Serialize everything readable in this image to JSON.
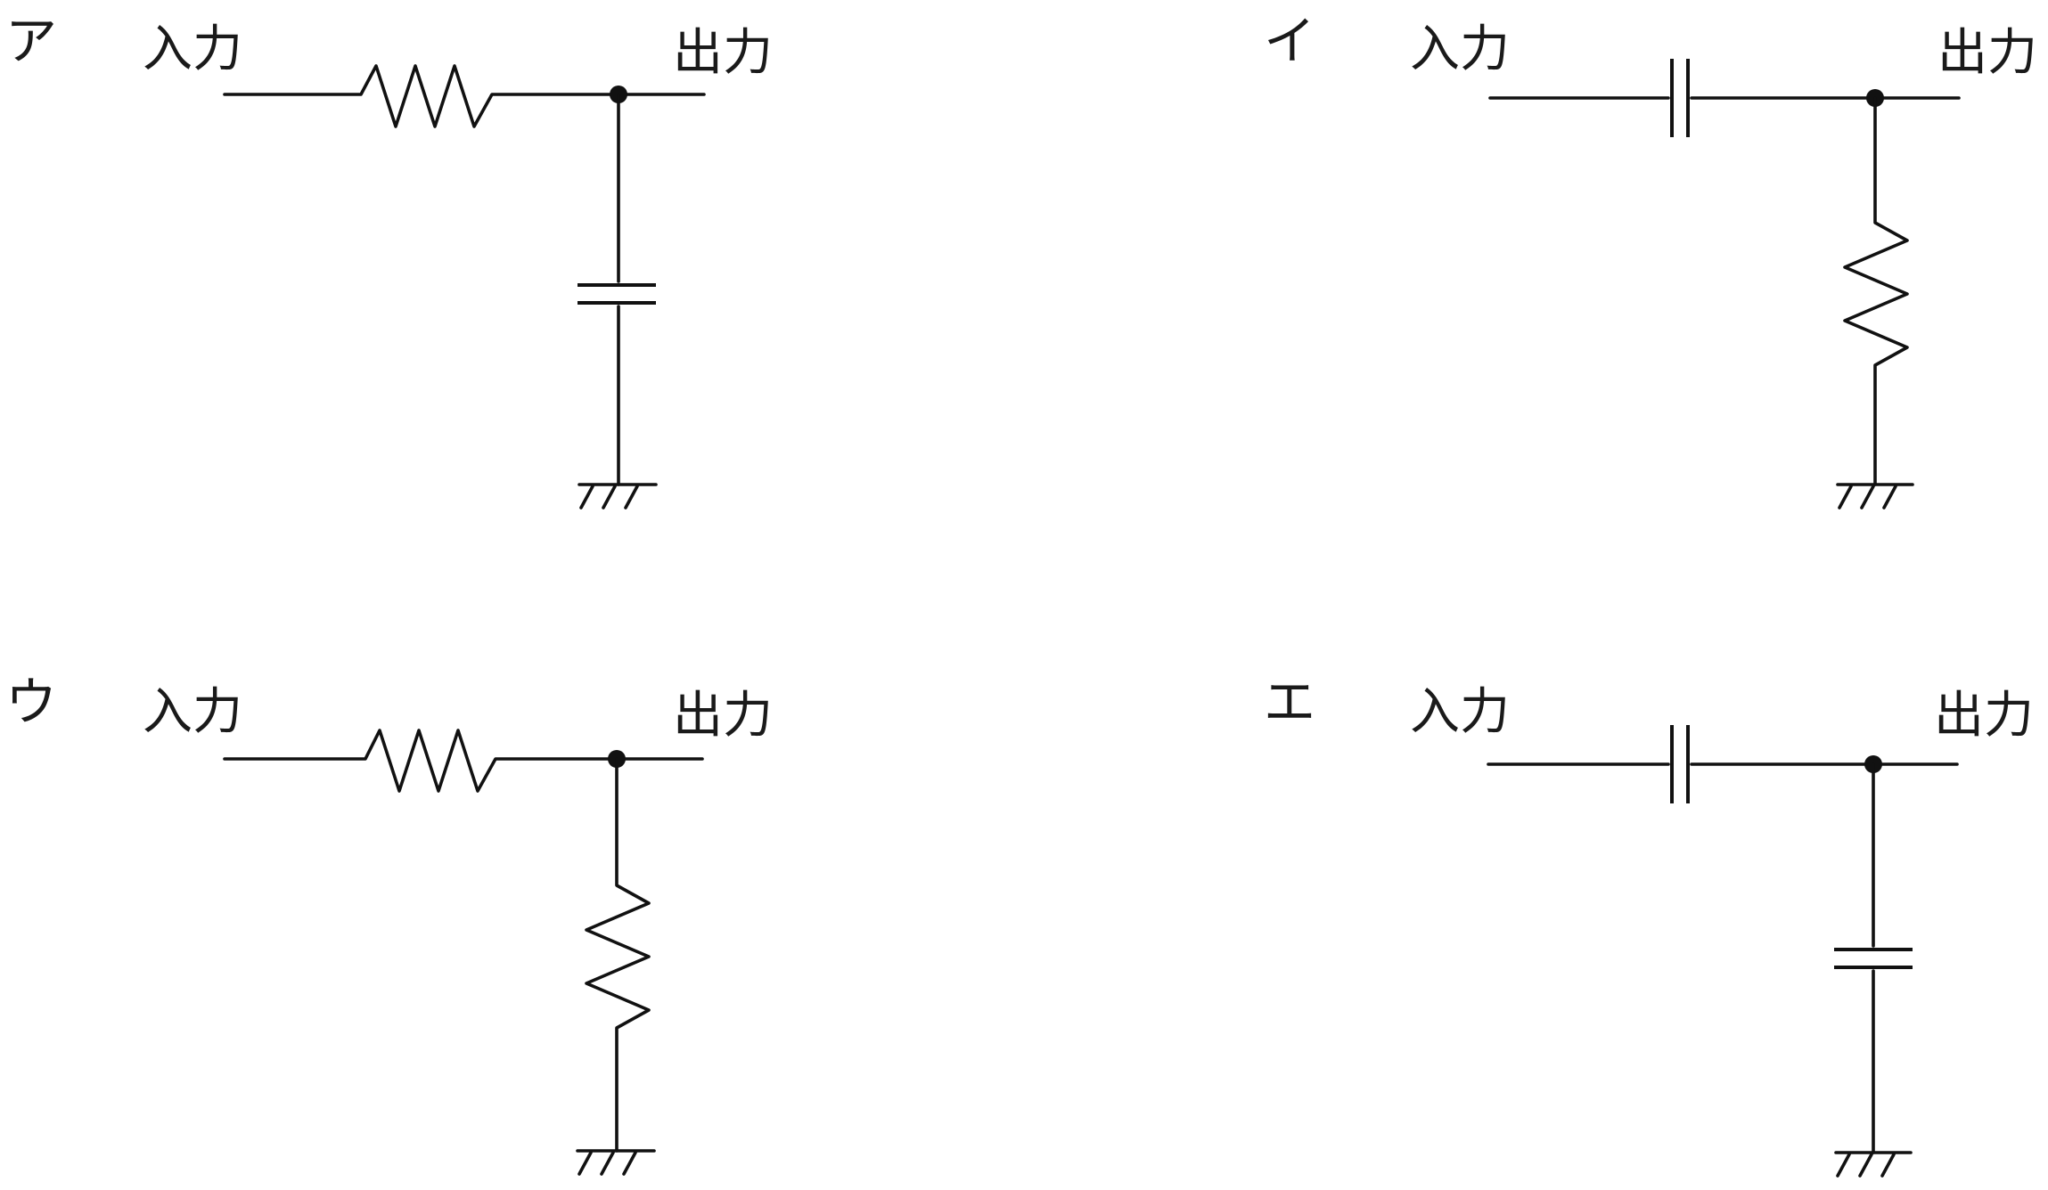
{
  "options": [
    {
      "id": "a",
      "label": "ア",
      "input_label": "入力",
      "output_label": "出力",
      "series": "resistor",
      "shunt": "capacitor"
    },
    {
      "id": "i",
      "label": "イ",
      "input_label": "入力",
      "output_label": "出力",
      "series": "capacitor",
      "shunt": "resistor"
    },
    {
      "id": "u",
      "label": "ウ",
      "input_label": "入力",
      "output_label": "出力",
      "series": "resistor",
      "shunt": "resistor"
    },
    {
      "id": "e",
      "label": "エ",
      "input_label": "入力",
      "output_label": "出力",
      "series": "capacitor",
      "shunt": "capacitor"
    }
  ]
}
